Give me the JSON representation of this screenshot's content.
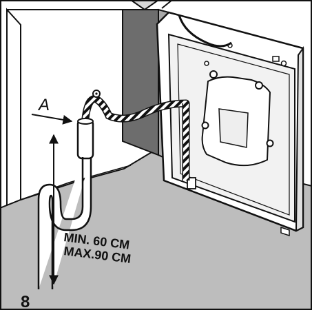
{
  "figure": {
    "number": "8",
    "callout": "A",
    "height_min": "MIN.  60 CM",
    "height_max": "MAX.90  CM"
  },
  "colors": {
    "line": "#111111",
    "floor": "#bdbdbd",
    "wall": "#ffffff",
    "machine_panel": "#f2f2f2",
    "pillar_dark": "#6d6d6d",
    "pillar_light": "#a8a8a8"
  },
  "icons": {
    "arrow_a": "right-arrow-icon",
    "height_arrow": "double-headed-vertical-arrow-icon"
  }
}
